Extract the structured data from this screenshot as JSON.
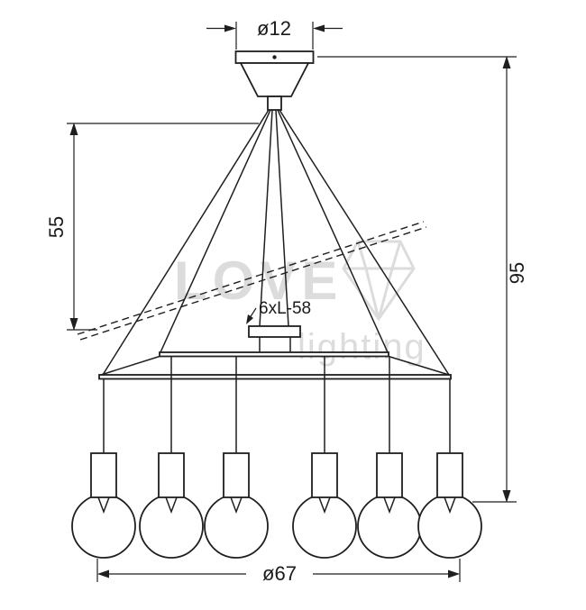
{
  "drawing": {
    "dimensions": {
      "canopy_diameter": "ø12",
      "suspension_drop": "55",
      "overall_height": "95",
      "fixture_diameter": "ø67",
      "cord_spec": "6xL-58"
    },
    "watermark": {
      "brand": "LOVE",
      "tagline": "lighting"
    }
  }
}
